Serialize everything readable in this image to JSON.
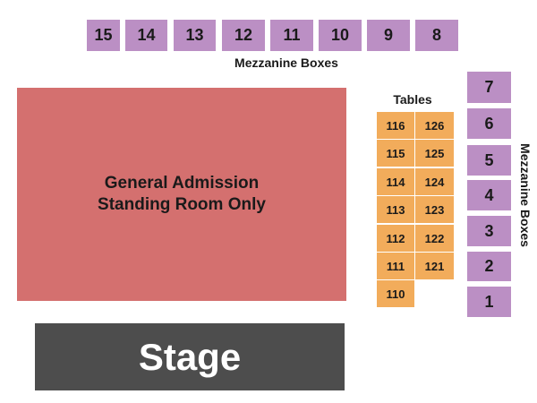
{
  "colors": {
    "mezzanine_box": "#bb8fc4",
    "table": "#f2ac5b",
    "general_admission": "#d4706f",
    "stage": "#4d4d4d"
  },
  "mezzanine_top": {
    "label": "Mezzanine Boxes",
    "boxes": [
      "15",
      "14",
      "13",
      "12",
      "11",
      "10",
      "9",
      "8"
    ]
  },
  "mezzanine_right": {
    "label": "Mezzanine Boxes",
    "boxes": [
      "7",
      "6",
      "5",
      "4",
      "3",
      "2",
      "1"
    ]
  },
  "tables": {
    "label": "Tables",
    "left_column": [
      "116",
      "115",
      "114",
      "113",
      "112",
      "111",
      "110"
    ],
    "right_column": [
      "126",
      "125",
      "124",
      "123",
      "122",
      "121"
    ]
  },
  "general_admission": {
    "line1": "General Admission",
    "line2": "Standing Room Only"
  },
  "stage": {
    "label": "Stage"
  }
}
